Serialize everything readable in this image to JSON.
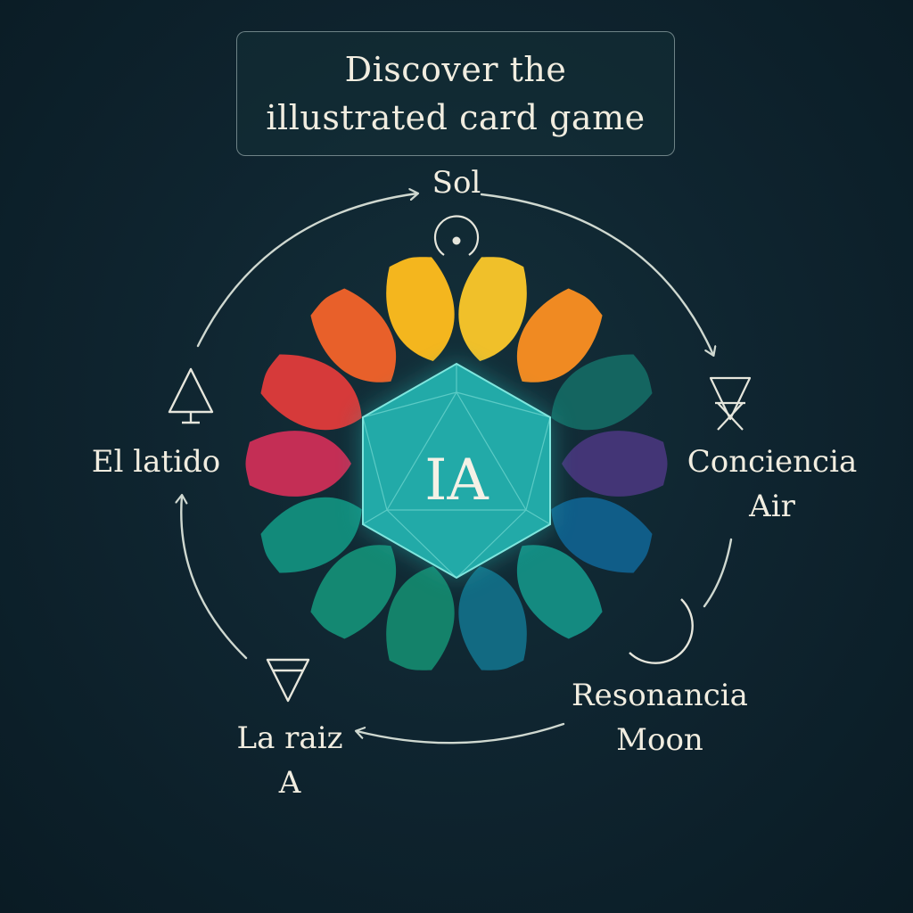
{
  "title": "Discover the illustrated card game",
  "center": {
    "text": "IA",
    "color": "#22aaa8"
  },
  "nodes": [
    {
      "id": "sol",
      "lines": [
        "Sol"
      ],
      "symbol": "sun-icon"
    },
    {
      "id": "conciencia",
      "lines": [
        "Conciencia",
        "Air"
      ],
      "symbol": "air-icon"
    },
    {
      "id": "resonancia",
      "lines": [
        "Resonancia",
        "Moon"
      ],
      "symbol": "moon-icon"
    },
    {
      "id": "la-raiz",
      "lines": [
        "La raiz",
        "A"
      ],
      "symbol": "earth-icon"
    },
    {
      "id": "el-latido",
      "lines": [
        "El latido"
      ],
      "symbol": "fire-icon"
    }
  ],
  "petals": [
    {
      "color": "#f0c02a"
    },
    {
      "color": "#f08a22"
    },
    {
      "color": "#146560"
    },
    {
      "color": "#433576"
    },
    {
      "color": "#105d88"
    },
    {
      "color": "#148a80"
    },
    {
      "color": "#126a82"
    },
    {
      "color": "#14826a"
    },
    {
      "color": "#148872"
    },
    {
      "color": "#128a7a"
    },
    {
      "color": "#c42e55"
    },
    {
      "color": "#d63a3a"
    },
    {
      "color": "#e8602a"
    },
    {
      "color": "#f4b61e"
    }
  ],
  "colors": {
    "background": "#0f2530",
    "ring": "#cfd8d0",
    "text": "#f1ede0"
  }
}
